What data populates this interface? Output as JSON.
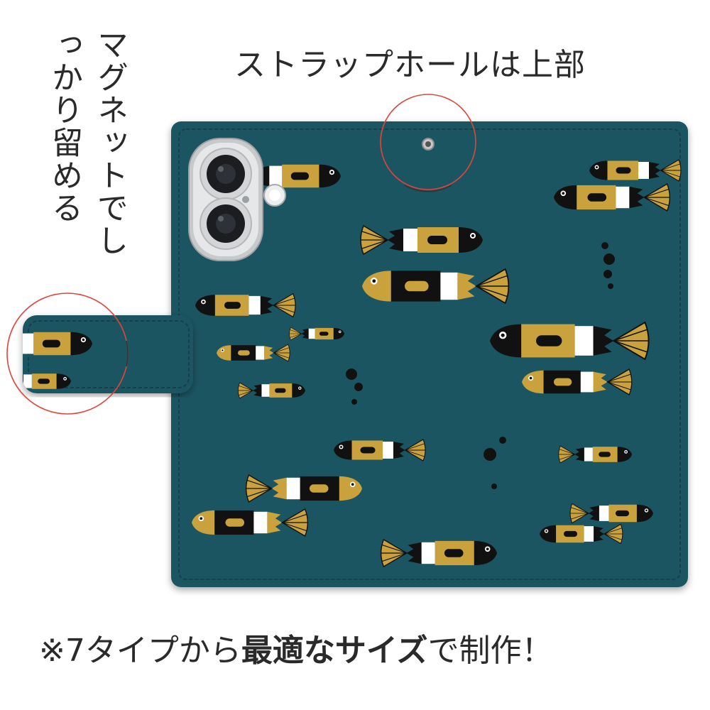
{
  "captions": {
    "magnet": "マグネットでしっかり留める",
    "strap_hole": "ストラップホールは上部",
    "bottom": {
      "prefix": "※7タイプから",
      "bold1": "最適な",
      "mid": "",
      "bold2": "サイズ",
      "suffix": "で制作！"
    }
  },
  "colors": {
    "case_teal": "#1f5562",
    "fish_gold": "#c9a23e",
    "fish_black": "#111111",
    "fish_white": "#ffffff",
    "highlight_circle": "#e0453a"
  },
  "icons": {
    "camera": "dual-camera-module-icon",
    "strap_hole": "strap-hole-icon"
  }
}
